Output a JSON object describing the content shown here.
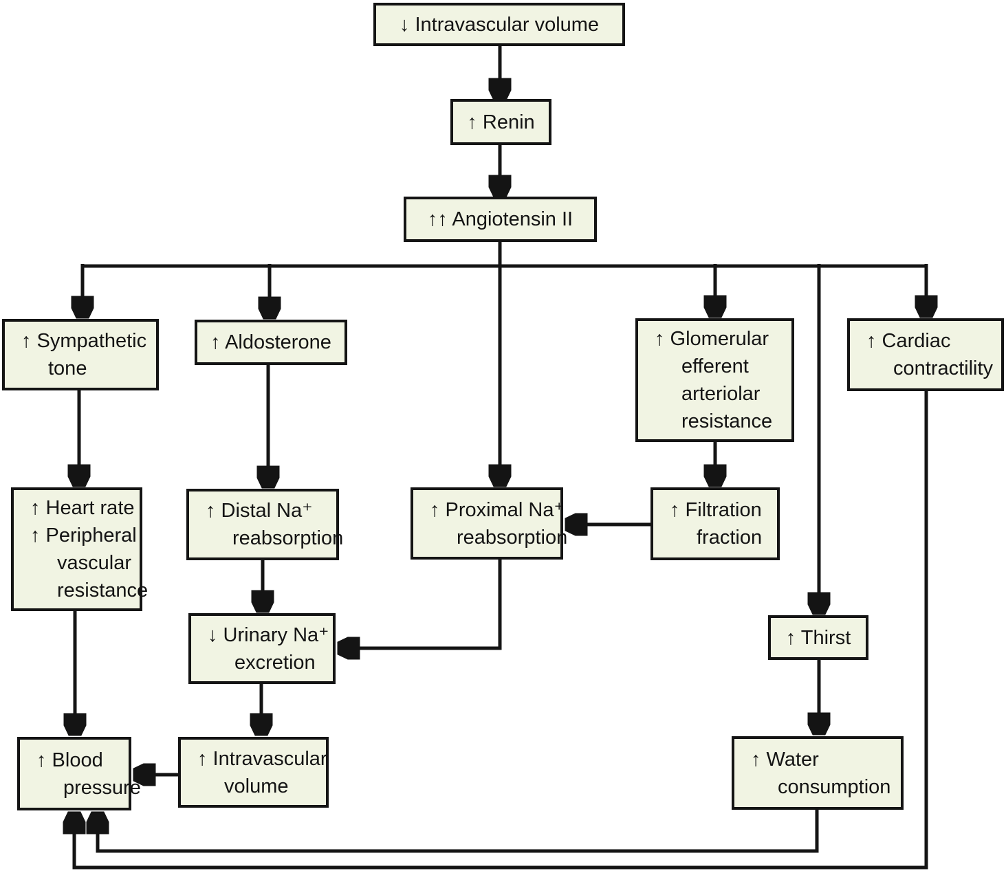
{
  "diagram": {
    "type": "flowchart",
    "topic": "Renin-angiotensin feedback on blood pressure",
    "colors": {
      "box_fill": "#f1f4e3",
      "box_border": "#141414",
      "connector": "#141414",
      "background": "#ffffff",
      "text": "#141414"
    },
    "boxes": {
      "top_volume": {
        "lines": [
          "↓ Intravascular volume"
        ]
      },
      "renin": {
        "lines": [
          "↑ Renin"
        ]
      },
      "angiotensin": {
        "lines": [
          "↑↑ Angiotensin II"
        ]
      },
      "sympathetic": {
        "lines": [
          "↑ Sympathetic",
          "tone"
        ]
      },
      "aldosterone": {
        "lines": [
          "↑ Aldosterone"
        ]
      },
      "glomerular": {
        "lines": [
          "↑ Glomerular",
          "efferent",
          "arteriolar",
          "resistance"
        ]
      },
      "cardiac": {
        "lines": [
          "↑ Cardiac",
          "contractility"
        ]
      },
      "heart_peripheral": {
        "lines": [
          "↑ Heart rate",
          "↑ Peripheral",
          "vascular",
          "resistance"
        ]
      },
      "distal_na": {
        "lines": [
          "↑ Distal Na⁺",
          "reabsorption"
        ]
      },
      "proximal_na": {
        "lines": [
          "↑ Proximal Na⁺",
          "reabsorption"
        ]
      },
      "filtration": {
        "lines": [
          "↑ Filtration",
          "fraction"
        ]
      },
      "thirst": {
        "lines": [
          "↑ Thirst"
        ]
      },
      "urinary_na": {
        "lines": [
          "↓ Urinary Na⁺",
          "excretion"
        ]
      },
      "blood_pressure": {
        "lines": [
          "↑ Blood",
          "pressure"
        ]
      },
      "intravascular": {
        "lines": [
          "↑ Intravascular",
          "volume"
        ]
      },
      "water": {
        "lines": [
          "↑ Water",
          "consumption"
        ]
      }
    }
  }
}
